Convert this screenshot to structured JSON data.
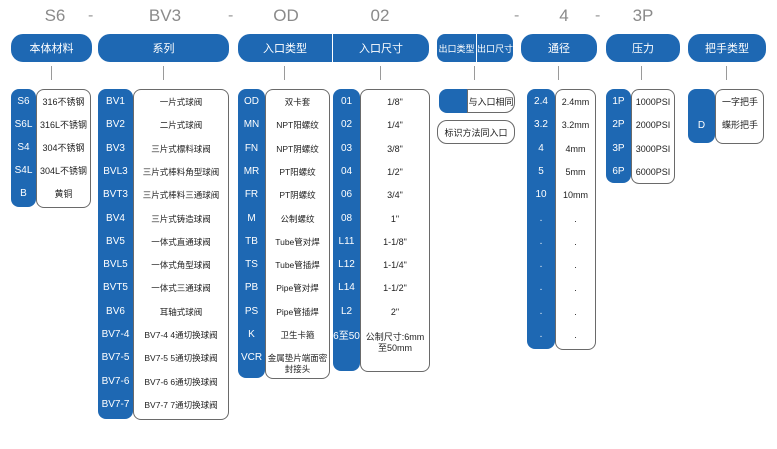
{
  "header_codes": [
    "S6",
    "BV3",
    "OD",
    "02",
    "4",
    "3P"
  ],
  "dashes": [
    "-",
    "-",
    "-",
    "-",
    "-"
  ],
  "headers": {
    "body_material": "本体材料",
    "series": "系列",
    "inlet_type": "入口类型",
    "inlet_size": "入口尺寸",
    "outlet_type": "出口类型",
    "outlet_size": "出口尺寸",
    "bore": "通径",
    "pressure": "压力",
    "handle_type": "把手类型"
  },
  "material": [
    {
      "code": "S6",
      "value": "316不锈钢"
    },
    {
      "code": "S6L",
      "value": "316L不锈钢"
    },
    {
      "code": "S4",
      "value": "304不锈钢"
    },
    {
      "code": "S4L",
      "value": "304L不锈钢"
    },
    {
      "code": "B",
      "value": "黄铜"
    }
  ],
  "series": [
    {
      "code": "BV1",
      "value": "一片式球阀"
    },
    {
      "code": "BV2",
      "value": "二片式球阀"
    },
    {
      "code": "BV3",
      "value": "三片式標料球阀"
    },
    {
      "code": "BVL3",
      "value": "三片式棒料角型球阀"
    },
    {
      "code": "BVT3",
      "value": "三片式棒料三通球阀"
    },
    {
      "code": "BV4",
      "value": "三片式铸造球阀"
    },
    {
      "code": "BV5",
      "value": "一体式直通球阀"
    },
    {
      "code": "BVL5",
      "value": "一体式角型球阀"
    },
    {
      "code": "BVT5",
      "value": "一体式三通球阀"
    },
    {
      "code": "BV6",
      "value": "耳轴式球阀"
    },
    {
      "code": "BV7-4",
      "value": "BV7-4 4通切换球阀"
    },
    {
      "code": "BV7-5",
      "value": "BV7-5 5通切换球阀"
    },
    {
      "code": "BV7-6",
      "value": "BV7-6 6通切换球阀"
    },
    {
      "code": "BV7-7",
      "value": "BV7-7 7通切换球阀"
    }
  ],
  "inlet_type": [
    {
      "code": "OD",
      "value": "双卡套"
    },
    {
      "code": "MN",
      "value": "NPT阳螺纹"
    },
    {
      "code": "FN",
      "value": "NPT阴螺纹"
    },
    {
      "code": "MR",
      "value": "PT阳螺纹"
    },
    {
      "code": "FR",
      "value": "PT阴螺纹"
    },
    {
      "code": "M",
      "value": "公制螺纹"
    },
    {
      "code": "TB",
      "value": "Tube管对焊"
    },
    {
      "code": "TS",
      "value": "Tube管插焊"
    },
    {
      "code": "PB",
      "value": "Pipe管对焊"
    },
    {
      "code": "PS",
      "value": "Pipe管插焊"
    },
    {
      "code": "K",
      "value": "卫生卡箍"
    },
    {
      "code": "VCR",
      "value": "金属垫片端面密封接头"
    }
  ],
  "inlet_size": [
    {
      "code": "01",
      "value": "1/8\""
    },
    {
      "code": "02",
      "value": "1/4\""
    },
    {
      "code": "03",
      "value": "3/8\""
    },
    {
      "code": "04",
      "value": "1/2\""
    },
    {
      "code": "06",
      "value": "3/4\""
    },
    {
      "code": "08",
      "value": "1\""
    },
    {
      "code": "L11",
      "value": "1-1/8\""
    },
    {
      "code": "L12",
      "value": "1-1/4\""
    },
    {
      "code": "L14",
      "value": "1-1/2\""
    },
    {
      "code": "L2",
      "value": "2\""
    },
    {
      "code": "6至50",
      "value": "公制尺寸:6mm至50mm"
    }
  ],
  "outlet": {
    "same_as_inlet": "与入口相同",
    "mark_same": "标识方法同入口"
  },
  "bore": [
    {
      "code": "2.4",
      "value": "2.4mm"
    },
    {
      "code": "3.2",
      "value": "3.2mm"
    },
    {
      "code": "4",
      "value": "4mm"
    },
    {
      "code": "5",
      "value": "5mm"
    },
    {
      "code": "10",
      "value": "10mm"
    },
    {
      "code": ".",
      "value": "."
    },
    {
      "code": ".",
      "value": "."
    },
    {
      "code": ".",
      "value": "."
    },
    {
      "code": ".",
      "value": "."
    },
    {
      "code": ".",
      "value": "."
    },
    {
      "code": ".",
      "value": "."
    }
  ],
  "pressure": [
    {
      "code": "1P",
      "value": "1000PSI"
    },
    {
      "code": "2P",
      "value": "2000PSI"
    },
    {
      "code": "3P",
      "value": "3000PSI"
    },
    {
      "code": "6P",
      "value": "6000PSI"
    }
  ],
  "handle": {
    "code": "D",
    "values": [
      "一字把手",
      "蝶形把手"
    ]
  },
  "colors": {
    "accent": "#1e68b3",
    "code_text": "#8a8a8a",
    "line": "#9a9a9a"
  }
}
